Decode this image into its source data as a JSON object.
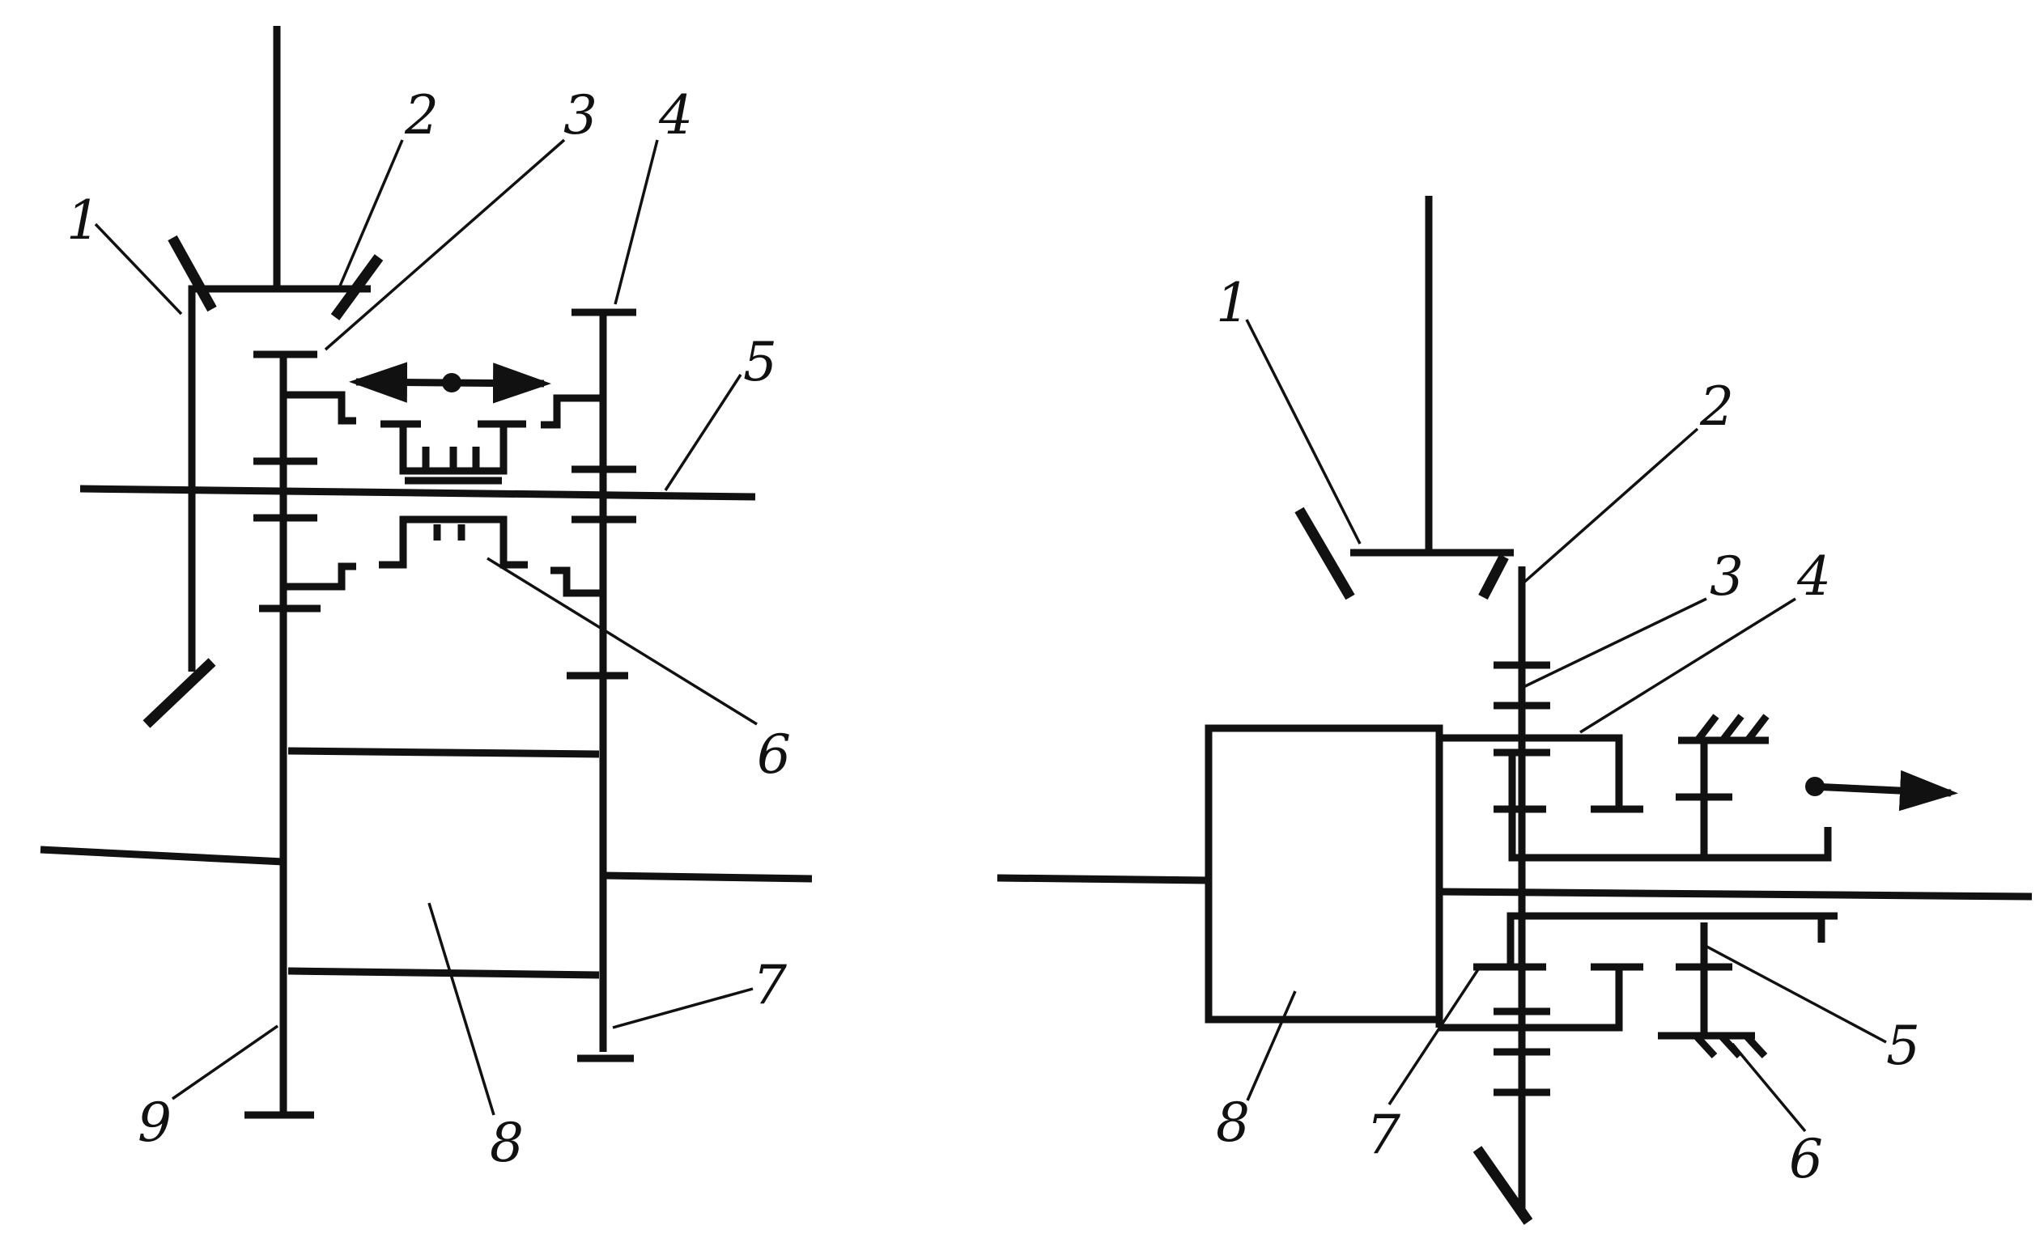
{
  "left_diagram": {
    "labels": [
      "1",
      "2",
      "3",
      "4",
      "5",
      "6",
      "7",
      "8",
      "9"
    ]
  },
  "right_diagram": {
    "labels": [
      "1",
      "2",
      "3",
      "4",
      "5",
      "6",
      "7",
      "8"
    ]
  },
  "colors": {
    "line": "#111111",
    "background": "#ffffff"
  }
}
